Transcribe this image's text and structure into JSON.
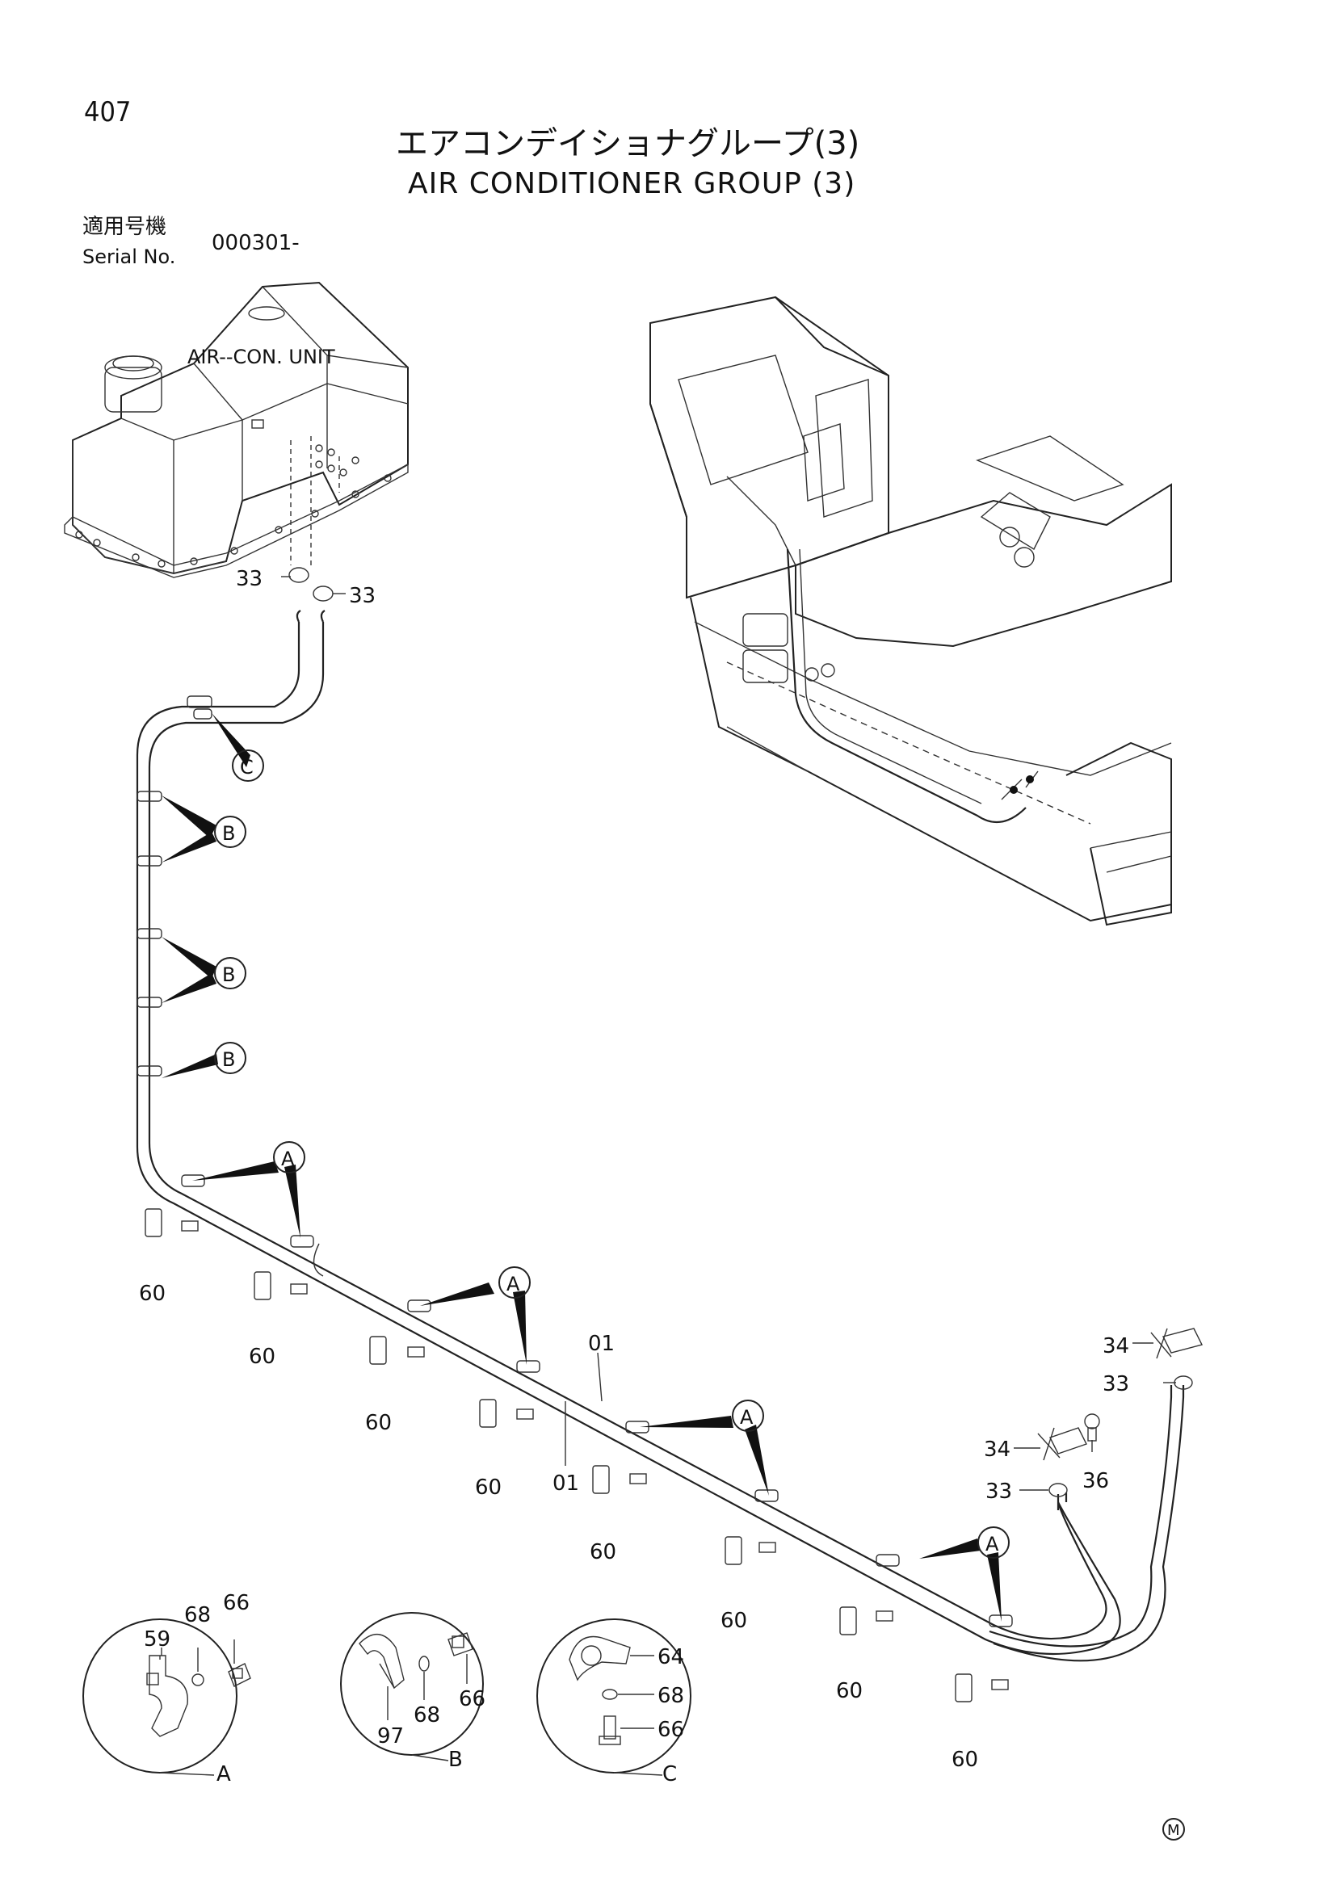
{
  "header": {
    "page_number": "407",
    "title_jp": "エアコンデイショナグループ(3)",
    "title_en": "AIR CONDITIONER GROUP (3)",
    "serial_label_jp": "適用号機",
    "serial_label_en": "Serial No.",
    "serial_value": "000301-"
  },
  "drawing": {
    "unit_label": "AIR--CON. UNIT",
    "callouts": {
      "p33": "33",
      "p34": "34",
      "p36": "36",
      "p01": "01",
      "p60": "60",
      "p59": "59",
      "p64": "64",
      "p66": "66",
      "p68": "68",
      "p97": "97"
    },
    "detail_refs": {
      "a": "A",
      "b": "B",
      "c": "C"
    },
    "mark": "M"
  }
}
